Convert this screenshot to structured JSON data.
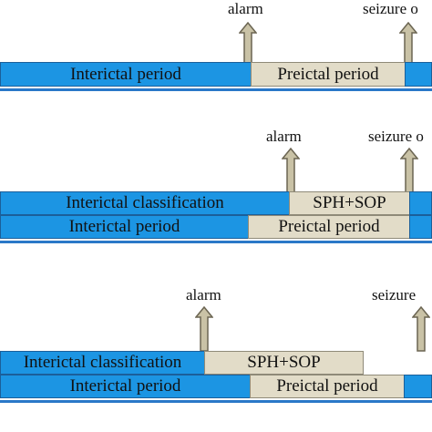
{
  "timelines": [
    {
      "alarm_label": "alarm",
      "seizure_label": "seizure o",
      "interictal_period": "Interictal period",
      "preictal_period": "Preictal period"
    },
    {
      "alarm_label": "alarm",
      "seizure_label": "seizure o",
      "interictal_classification": "Interictal classification",
      "sph_sop": "SPH+SOP",
      "interictal_period": "Interictal period",
      "preictal_period": "Preictal period"
    },
    {
      "alarm_label": "alarm",
      "seizure_label": "seizure",
      "interictal_classification": "Interictal classification",
      "sph_sop": "SPH+SOP",
      "interictal_period": "Interictal period",
      "preictal_period": "Preictal period"
    }
  ],
  "colors": {
    "interictal": "#1c95e3",
    "preictal": "#e2dcc8",
    "arrow_fill": "#c9c2a6",
    "arrow_stroke": "#6b6552"
  },
  "icons": {
    "alarm_marker": "up-arrow-icon",
    "seizure_marker": "up-arrow-icon"
  }
}
